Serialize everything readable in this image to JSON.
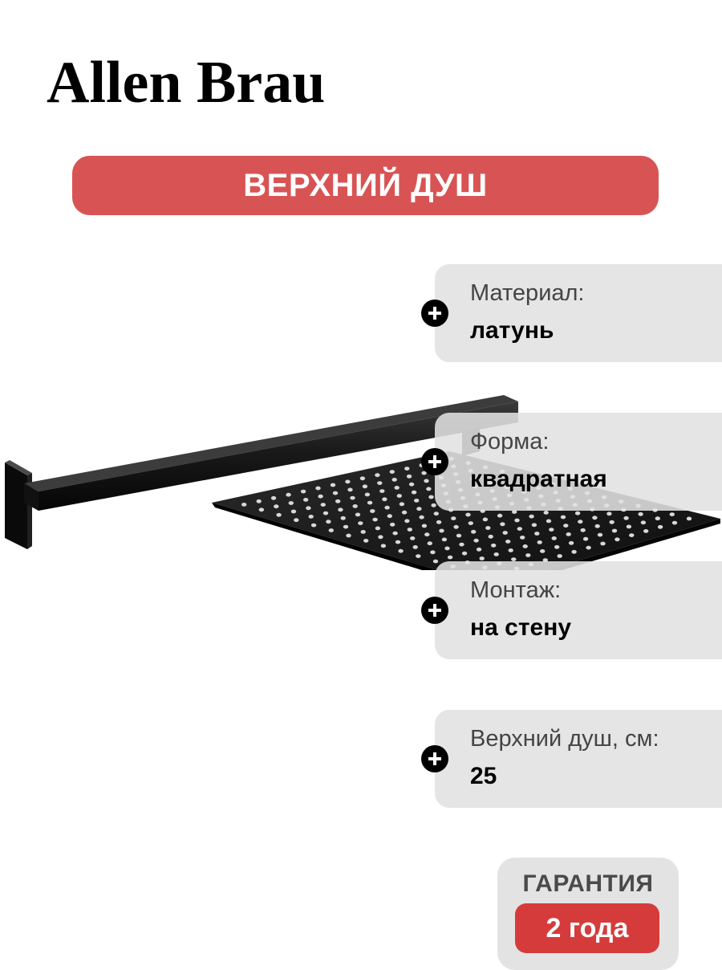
{
  "brand": "Allen Brau",
  "title": "ВЕРХНИЙ ДУШ",
  "specs": [
    {
      "label": "Материал:",
      "value": "латунь",
      "icon": "plus-icon"
    },
    {
      "label": "Форма:",
      "value": "квадратная",
      "icon": "plus-icon"
    },
    {
      "label": "Монтаж:",
      "value": "на стену",
      "icon": "plus-icon"
    },
    {
      "label": "Верхний душ, см:",
      "value": "25",
      "icon": "plus-icon"
    }
  ],
  "warranty": {
    "label": "ГАРАНТИЯ",
    "value": "2 года"
  },
  "colors": {
    "accent": "#d85454",
    "warranty_badge": "#d63b3b",
    "spec_bg": "#e1e1e1"
  }
}
